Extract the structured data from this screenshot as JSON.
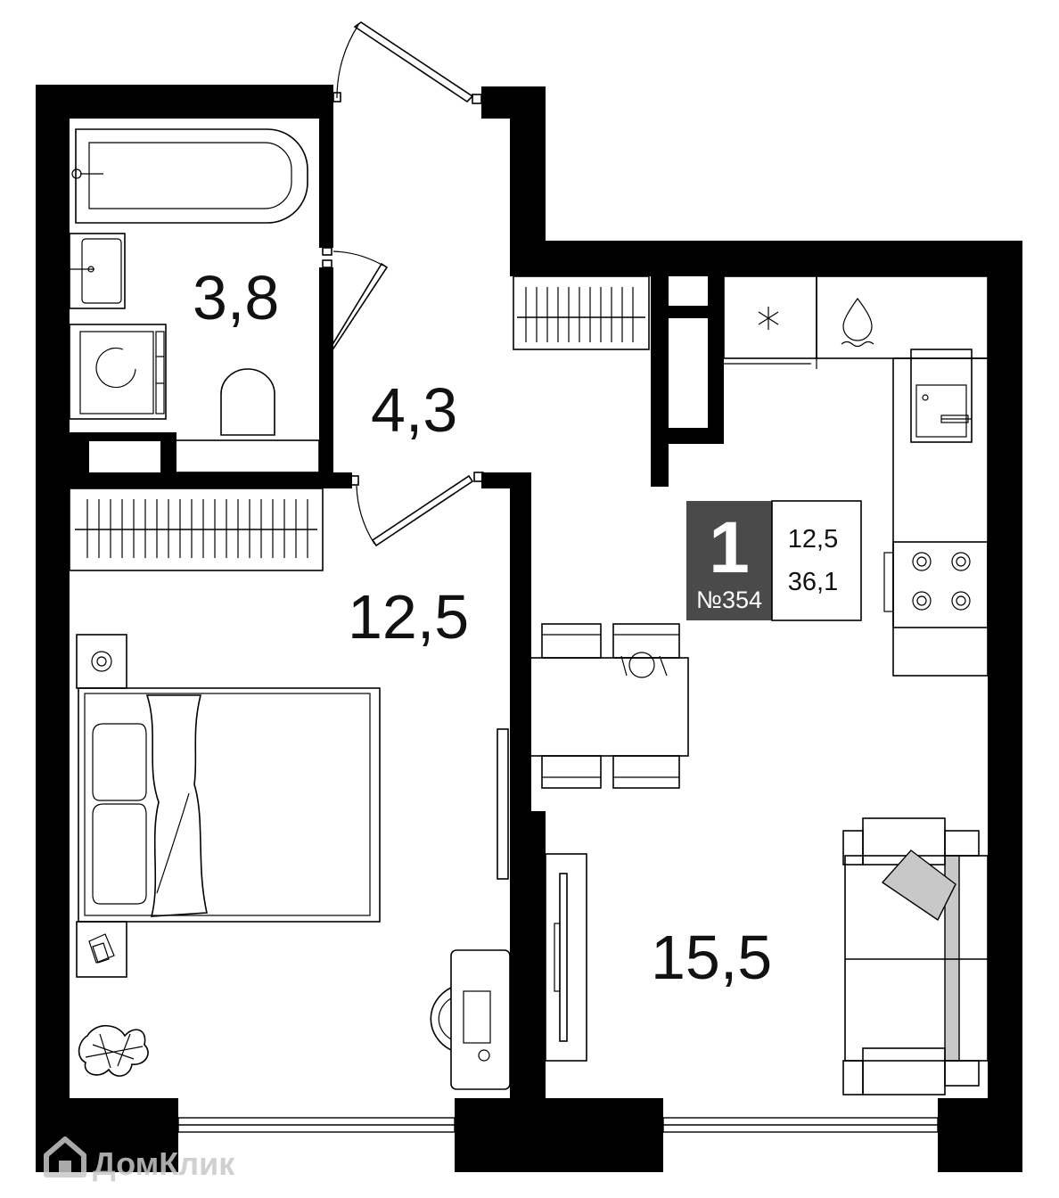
{
  "rooms": [
    {
      "name": "bathroom",
      "area": "3,8"
    },
    {
      "name": "hallway",
      "area": "4,3"
    },
    {
      "name": "bedroom",
      "area": "12,5"
    },
    {
      "name": "living-kitchen",
      "area": "15,5"
    }
  ],
  "badge": {
    "rooms_count": "1",
    "apartment_number": "№354",
    "living_area": "12,5",
    "total_area": "36,1"
  },
  "watermark": {
    "text": "ДомКлик"
  },
  "colors": {
    "wall": "#000000",
    "badge_bg": "#4a4a4a",
    "furniture_fill": "#c8c8c8",
    "watermark": "#c8c8c8"
  },
  "icons": [
    "house-logo-icon",
    "snowflake-icon",
    "water-drop-icon",
    "stove-icon",
    "plant-icon"
  ]
}
